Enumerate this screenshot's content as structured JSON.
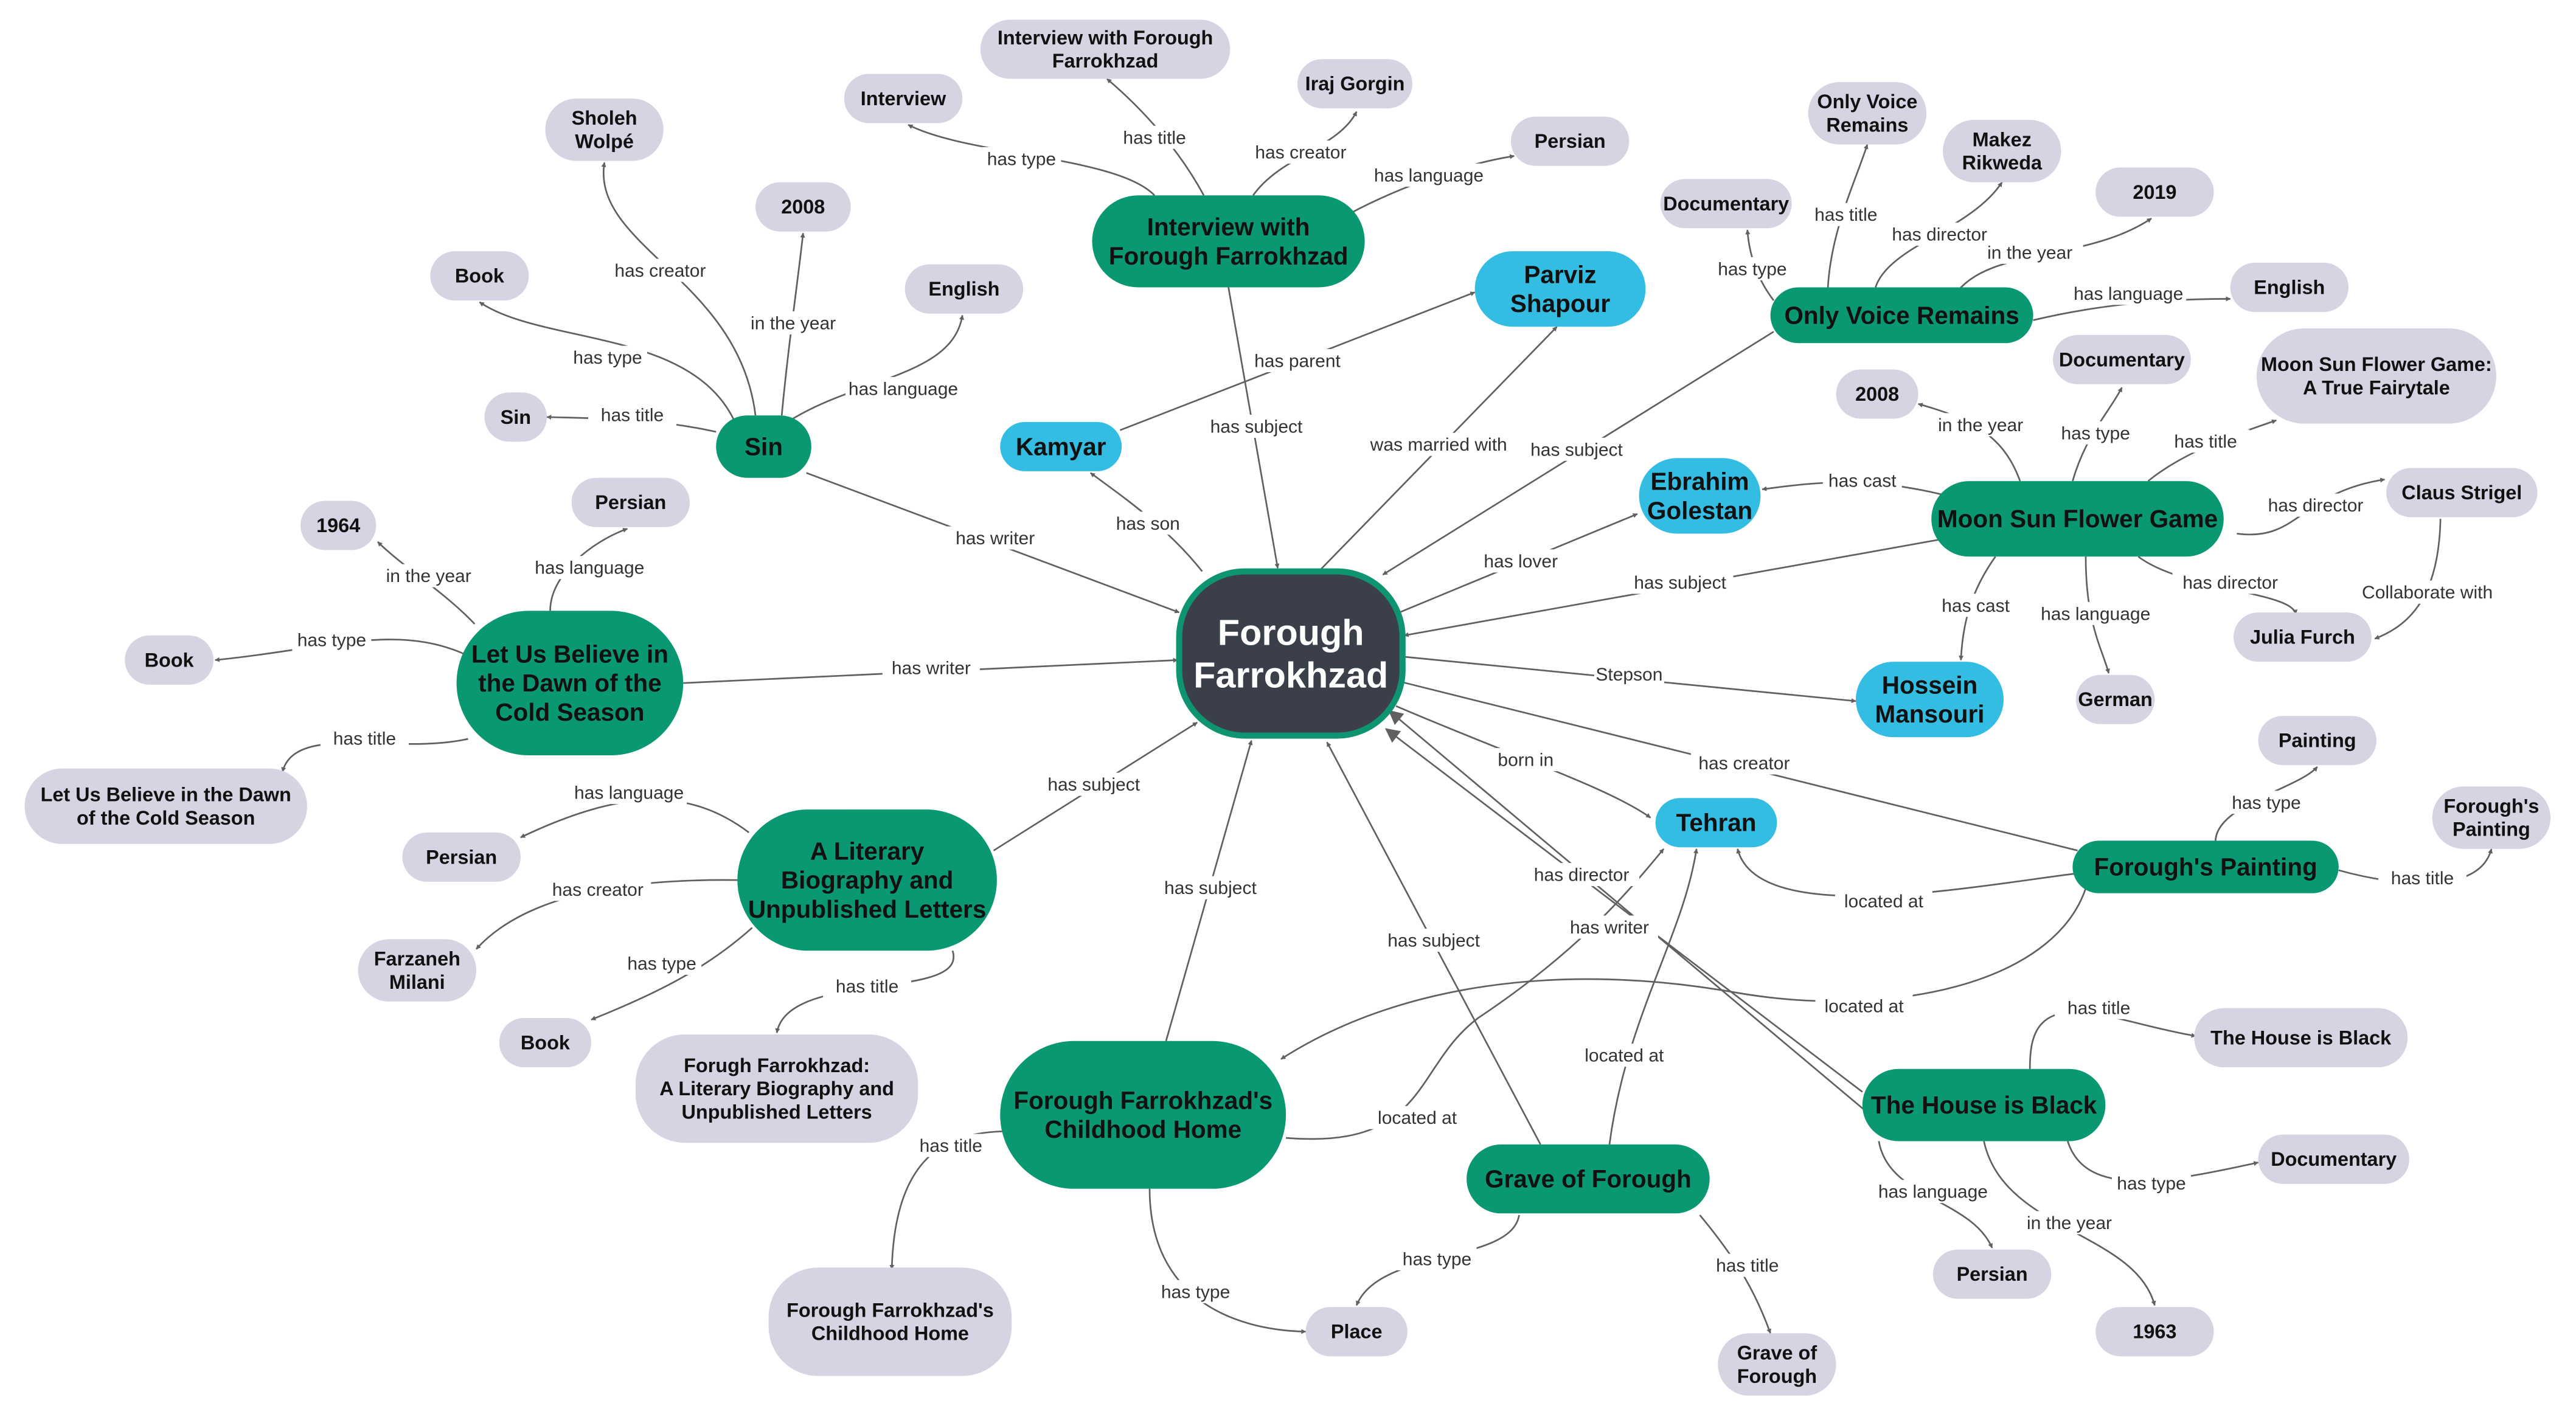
{
  "colors": {
    "center_fill": "#3a3f4a",
    "center_border": "#0f9471",
    "entity_green": "#0a9873",
    "person_blue": "#33bde3",
    "literal_gray": "#d6d3e3",
    "edge": "#606060",
    "text_dark": "#111111",
    "text_light": "#ffffff"
  },
  "nodes": [
    {
      "id": "forough",
      "kind": "center",
      "text": "Forough\nFarrokhzad"
    },
    {
      "id": "interview",
      "kind": "entity",
      "text": "Interview with\nForough Farrokhzad"
    },
    {
      "id": "interview_type",
      "kind": "literal",
      "text": "Interview"
    },
    {
      "id": "interview_title",
      "kind": "literal",
      "text": "Interview with Forough\nFarrokhzad"
    },
    {
      "id": "iraj",
      "kind": "literal",
      "text": "Iraj Gorgin"
    },
    {
      "id": "persian_1",
      "kind": "literal",
      "text": "Persian"
    },
    {
      "id": "sin",
      "kind": "entity",
      "text": "Sin"
    },
    {
      "id": "sholeh",
      "kind": "literal",
      "text": "Sholeh\nWolpé"
    },
    {
      "id": "y2008_1",
      "kind": "literal",
      "text": "2008"
    },
    {
      "id": "book_1",
      "kind": "literal",
      "text": "Book"
    },
    {
      "id": "english_1",
      "kind": "literal",
      "text": "English"
    },
    {
      "id": "sin_title",
      "kind": "literal",
      "text": "Sin"
    },
    {
      "id": "parviz",
      "kind": "person",
      "text": "Parviz\nShapour"
    },
    {
      "id": "kamyar",
      "kind": "person",
      "text": "Kamyar"
    },
    {
      "id": "ebrahim",
      "kind": "person",
      "text": "Ebrahim\nGolestan"
    },
    {
      "id": "hossein",
      "kind": "person",
      "text": "Hossein\nMansouri"
    },
    {
      "id": "tehran",
      "kind": "person",
      "text": "Tehran"
    },
    {
      "id": "ovr",
      "kind": "entity",
      "text": "Only Voice Remains"
    },
    {
      "id": "ovr_title",
      "kind": "literal",
      "text": "Only Voice\nRemains"
    },
    {
      "id": "makez",
      "kind": "literal",
      "text": "Makez\nRikweda"
    },
    {
      "id": "doc_1",
      "kind": "literal",
      "text": "Documentary"
    },
    {
      "id": "y2019",
      "kind": "literal",
      "text": "2019"
    },
    {
      "id": "english_2",
      "kind": "literal",
      "text": "English"
    },
    {
      "id": "msfg",
      "kind": "entity",
      "text": "Moon Sun Flower Game"
    },
    {
      "id": "y2008_2",
      "kind": "literal",
      "text": "2008"
    },
    {
      "id": "doc_2",
      "kind": "literal",
      "text": "Documentary"
    },
    {
      "id": "msfg_title",
      "kind": "literal",
      "text": "Moon Sun Flower Game:\nA True Fairytale"
    },
    {
      "id": "claus",
      "kind": "literal",
      "text": "Claus Strigel"
    },
    {
      "id": "julia",
      "kind": "literal",
      "text": "Julia Furch"
    },
    {
      "id": "german",
      "kind": "literal",
      "text": "German"
    },
    {
      "id": "letus",
      "kind": "entity",
      "text": "Let Us Believe in\nthe Dawn of the\nCold Season"
    },
    {
      "id": "y1964",
      "kind": "literal",
      "text": "1964"
    },
    {
      "id": "persian_2",
      "kind": "literal",
      "text": "Persian"
    },
    {
      "id": "book_2",
      "kind": "literal",
      "text": "Book"
    },
    {
      "id": "letus_title",
      "kind": "literal",
      "text": "Let Us Believe in the Dawn\nof the Cold Season"
    },
    {
      "id": "litbio",
      "kind": "entity",
      "text": "A Literary\nBiography and\nUnpublished Letters"
    },
    {
      "id": "persian_3",
      "kind": "literal",
      "text": "Persian"
    },
    {
      "id": "farzaneh",
      "kind": "literal",
      "text": "Farzaneh\nMilani"
    },
    {
      "id": "book_3",
      "kind": "literal",
      "text": "Book"
    },
    {
      "id": "litbio_title",
      "kind": "literal",
      "text": "Forugh Farrokhzad:\nA Literary Biography and\nUnpublished Letters"
    },
    {
      "id": "painting",
      "kind": "entity",
      "text": "Forough's Painting"
    },
    {
      "id": "painting_type",
      "kind": "literal",
      "text": "Painting"
    },
    {
      "id": "painting_title",
      "kind": "literal",
      "text": "Forough's\nPainting"
    },
    {
      "id": "home",
      "kind": "entity",
      "text": "Forough Farrokhzad's\nChildhood Home"
    },
    {
      "id": "home_title",
      "kind": "literal",
      "text": "Forough Farrokhzad's\nChildhood Home"
    },
    {
      "id": "place",
      "kind": "literal",
      "text": "Place"
    },
    {
      "id": "grave",
      "kind": "entity",
      "text": "Grave of Forough"
    },
    {
      "id": "grave_title",
      "kind": "literal",
      "text": "Grave of\nForough"
    },
    {
      "id": "house",
      "kind": "entity",
      "text": "The House is Black"
    },
    {
      "id": "house_title",
      "kind": "literal",
      "text": "The House is Black"
    },
    {
      "id": "doc_3",
      "kind": "literal",
      "text": "Documentary"
    },
    {
      "id": "persian_4",
      "kind": "literal",
      "text": "Persian"
    },
    {
      "id": "y1963",
      "kind": "literal",
      "text": "1963"
    }
  ],
  "edges": [
    {
      "from": "interview",
      "to": "interview_type",
      "label": "has type"
    },
    {
      "from": "interview",
      "to": "interview_title",
      "label": "has title"
    },
    {
      "from": "interview",
      "to": "iraj",
      "label": "has creator"
    },
    {
      "from": "interview",
      "to": "persian_1",
      "label": "has language"
    },
    {
      "from": "interview",
      "to": "forough",
      "label": "has subject"
    },
    {
      "from": "sin",
      "to": "sholeh",
      "label": "has creator"
    },
    {
      "from": "sin",
      "to": "y2008_1",
      "label": "in the year"
    },
    {
      "from": "sin",
      "to": "book_1",
      "label": "has type"
    },
    {
      "from": "sin",
      "to": "english_1",
      "label": "has language"
    },
    {
      "from": "sin",
      "to": "sin_title",
      "label": "has title"
    },
    {
      "from": "sin",
      "to": "forough",
      "label": "has writer"
    },
    {
      "from": "kamyar",
      "to": "parviz",
      "label": "has parent"
    },
    {
      "from": "forough",
      "to": "kamyar",
      "label": "has son"
    },
    {
      "from": "forough",
      "to": "parviz",
      "label": "was married with"
    },
    {
      "from": "forough",
      "to": "ebrahim",
      "label": "has lover"
    },
    {
      "from": "forough",
      "to": "hossein",
      "label": "Stepson"
    },
    {
      "from": "forough",
      "to": "tehran",
      "label": "born in"
    },
    {
      "from": "ovr",
      "to": "doc_1",
      "label": "has type"
    },
    {
      "from": "ovr",
      "to": "ovr_title",
      "label": "has title"
    },
    {
      "from": "ovr",
      "to": "makez",
      "label": "has director"
    },
    {
      "from": "ovr",
      "to": "y2019",
      "label": "in the year"
    },
    {
      "from": "ovr",
      "to": "english_2",
      "label": "has language"
    },
    {
      "from": "ovr",
      "to": "forough",
      "label": "has subject"
    },
    {
      "from": "msfg",
      "to": "y2008_2",
      "label": "in the year"
    },
    {
      "from": "msfg",
      "to": "doc_2",
      "label": "has type"
    },
    {
      "from": "msfg",
      "to": "msfg_title",
      "label": "has title"
    },
    {
      "from": "msfg",
      "to": "claus",
      "label": "has director"
    },
    {
      "from": "msfg",
      "to": "julia",
      "label": "has director"
    },
    {
      "from": "msfg",
      "to": "german",
      "label": "has language"
    },
    {
      "from": "msfg",
      "to": "ebrahim",
      "label": "has cast"
    },
    {
      "from": "msfg",
      "to": "hossein",
      "label": "has cast"
    },
    {
      "from": "msfg",
      "to": "forough",
      "label": "has subject"
    },
    {
      "from": "claus",
      "to": "julia",
      "label": "Collaborate with"
    },
    {
      "from": "letus",
      "to": "y1964",
      "label": "in the year"
    },
    {
      "from": "letus",
      "to": "persian_2",
      "label": "has language"
    },
    {
      "from": "letus",
      "to": "book_2",
      "label": "has type"
    },
    {
      "from": "letus",
      "to": "letus_title",
      "label": "has title"
    },
    {
      "from": "letus",
      "to": "forough",
      "label": "has writer"
    },
    {
      "from": "litbio",
      "to": "persian_3",
      "label": "has language"
    },
    {
      "from": "litbio",
      "to": "farzaneh",
      "label": "has creator"
    },
    {
      "from": "litbio",
      "to": "book_3",
      "label": "has type"
    },
    {
      "from": "litbio",
      "to": "litbio_title",
      "label": "has title"
    },
    {
      "from": "litbio",
      "to": "forough",
      "label": "has subject"
    },
    {
      "from": "painting",
      "to": "painting_type",
      "label": "has type"
    },
    {
      "from": "painting",
      "to": "painting_title",
      "label": "has title"
    },
    {
      "from": "painting",
      "to": "tehran",
      "label": "located at"
    },
    {
      "from": "painting",
      "to": "forough",
      "label": "has creator"
    },
    {
      "from": "painting",
      "to": "home",
      "label": "located at"
    },
    {
      "from": "home",
      "to": "forough",
      "label": "has subject"
    },
    {
      "from": "home",
      "to": "home_title",
      "label": "has title"
    },
    {
      "from": "home",
      "to": "place",
      "label": "has type"
    },
    {
      "from": "home",
      "to": "tehran",
      "label": "located at"
    },
    {
      "from": "grave",
      "to": "forough",
      "label": "has subject"
    },
    {
      "from": "grave",
      "to": "tehran",
      "label": "located at"
    },
    {
      "from": "grave",
      "to": "place",
      "label": "has type"
    },
    {
      "from": "grave",
      "to": "grave_title",
      "label": "has title"
    },
    {
      "from": "house",
      "to": "forough",
      "label": "has director"
    },
    {
      "from": "house",
      "to": "forough",
      "label": "has writer"
    },
    {
      "from": "house",
      "to": "house_title",
      "label": "has title"
    },
    {
      "from": "house",
      "to": "doc_3",
      "label": "has type"
    },
    {
      "from": "house",
      "to": "persian_4",
      "label": "has language"
    },
    {
      "from": "house",
      "to": "y1963",
      "label": "in the year"
    }
  ]
}
